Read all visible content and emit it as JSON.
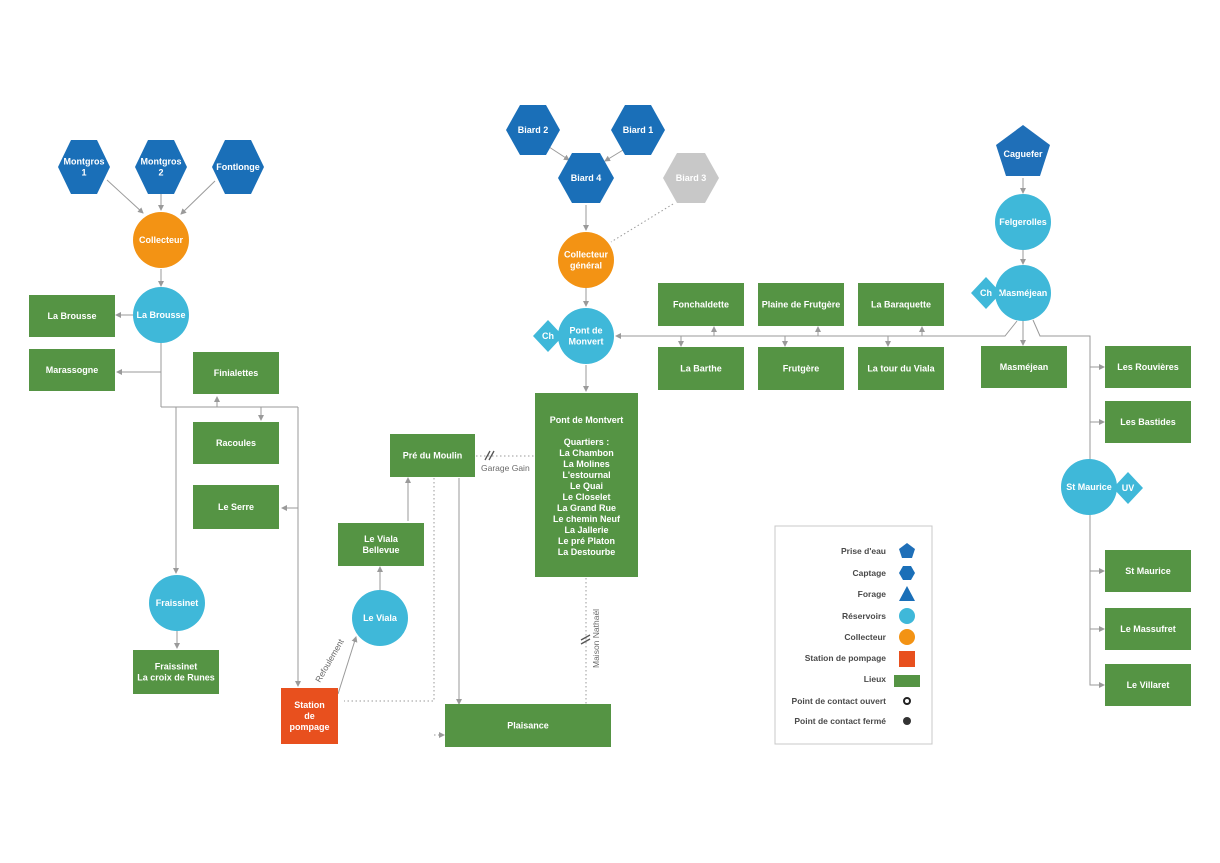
{
  "colors": {
    "prise_eau": "#1f6fb8",
    "captage": "#1a6fb8",
    "captage_inactive": "#c8c8c8",
    "reservoir": "#3fb8d9",
    "collecteur": "#f39314",
    "pompage": "#e8501e",
    "lieux": "#559444",
    "chloration": "#3fb8d9",
    "edge": "#9a9a9a"
  },
  "nodes": {
    "montgros1": {
      "lines": [
        "Montgros",
        "1"
      ]
    },
    "montgros2": {
      "lines": [
        "Montgros",
        "2"
      ]
    },
    "fontlonge": {
      "lines": [
        "Fontlonge"
      ]
    },
    "collecteur1": {
      "lines": [
        "Collecteur"
      ]
    },
    "labrousse_res": {
      "lines": [
        "La Brousse"
      ]
    },
    "labrousse": {
      "lines": [
        "La Brousse"
      ]
    },
    "marassogne": {
      "lines": [
        "Marassogne"
      ]
    },
    "finialettes": {
      "lines": [
        "Finialettes"
      ]
    },
    "racoules": {
      "lines": [
        "Racoules"
      ]
    },
    "leserre": {
      "lines": [
        "Le Serre"
      ]
    },
    "fraissinet_res": {
      "lines": [
        "Fraissinet"
      ]
    },
    "fraissinet": {
      "lines": [
        "Fraissinet",
        "La croix de Runes"
      ]
    },
    "station": {
      "lines": [
        "Station",
        "de",
        "pompage"
      ]
    },
    "leviala_res": {
      "lines": [
        "Le Viala"
      ]
    },
    "leviala_bellevue": {
      "lines": [
        "Le Viala",
        "Bellevue"
      ]
    },
    "pre_moulin": {
      "lines": [
        "Pré du Moulin"
      ]
    },
    "plaisance": {
      "lines": [
        "Plaisance"
      ]
    },
    "biard2": {
      "lines": [
        "Biard 2"
      ]
    },
    "biard1": {
      "lines": [
        "Biard 1"
      ]
    },
    "biard4": {
      "lines": [
        "Biard 4"
      ]
    },
    "biard3": {
      "lines": [
        "Biard 3"
      ]
    },
    "collecteur_general": {
      "lines": [
        "Collecteur",
        "général"
      ]
    },
    "pont_montvert_res": {
      "lines": [
        "Pont de",
        "Monvert"
      ]
    },
    "ch1": {
      "lines": [
        "Ch"
      ]
    },
    "pont_montvert": {
      "lines": [
        "Pont de Montvert",
        "",
        "Quartiers :",
        "La Chambon",
        "La Molines",
        "L'estournal",
        "Le Quai",
        "Le Closelet",
        "La Grand Rue",
        "Le chemin Neuf",
        "La Jallerie",
        "Le pré Platon",
        "La Destourbe"
      ]
    },
    "fonchaldette": {
      "lines": [
        "Fonchaldette"
      ]
    },
    "plaine_frutgere": {
      "lines": [
        "Plaine de Frutgère"
      ]
    },
    "la_baraquette": {
      "lines": [
        "La Baraquette"
      ]
    },
    "la_barthe": {
      "lines": [
        "La Barthe"
      ]
    },
    "frutgere": {
      "lines": [
        "Frutgère"
      ]
    },
    "tour_viala": {
      "lines": [
        "La tour du Viala"
      ]
    },
    "caguefer": {
      "lines": [
        "Caguefer"
      ]
    },
    "felgerolles": {
      "lines": [
        "Felgerolles"
      ]
    },
    "masmejean_res": {
      "lines": [
        "Masméjean"
      ]
    },
    "ch2": {
      "lines": [
        "Ch"
      ]
    },
    "masmejean": {
      "lines": [
        "Masméjean"
      ]
    },
    "rouvieres": {
      "lines": [
        "Les Rouvières"
      ]
    },
    "bastides": {
      "lines": [
        "Les Bastides"
      ]
    },
    "st_maurice_res": {
      "lines": [
        "St Maurice"
      ]
    },
    "uv": {
      "lines": [
        "UV"
      ]
    },
    "st_maurice": {
      "lines": [
        "St Maurice"
      ]
    },
    "massufret": {
      "lines": [
        "Le Massufret"
      ]
    },
    "villaret": {
      "lines": [
        "Le Villaret"
      ]
    }
  },
  "edge_labels": {
    "garage_gain": "Garage Gain",
    "maison_nathael": "Maison Nathaël",
    "refoulement": "Refoulement"
  },
  "legend": {
    "items": [
      {
        "label": "Prise d'eau",
        "icon": "pentagon-icon"
      },
      {
        "label": "Captage",
        "icon": "hexagon-icon"
      },
      {
        "label": "Forage",
        "icon": "triangle-icon"
      },
      {
        "label": "Réservoirs",
        "icon": "circle-icon"
      },
      {
        "label": "Collecteur",
        "icon": "circle-icon"
      },
      {
        "label": "Station de pompage",
        "icon": "square-icon"
      },
      {
        "label": "Lieux",
        "icon": "rectangle-icon"
      },
      {
        "label": "Point de contact ouvert",
        "icon": "open-dot-icon"
      },
      {
        "label": "Point de contact fermé",
        "icon": "closed-dot-icon"
      }
    ]
  }
}
